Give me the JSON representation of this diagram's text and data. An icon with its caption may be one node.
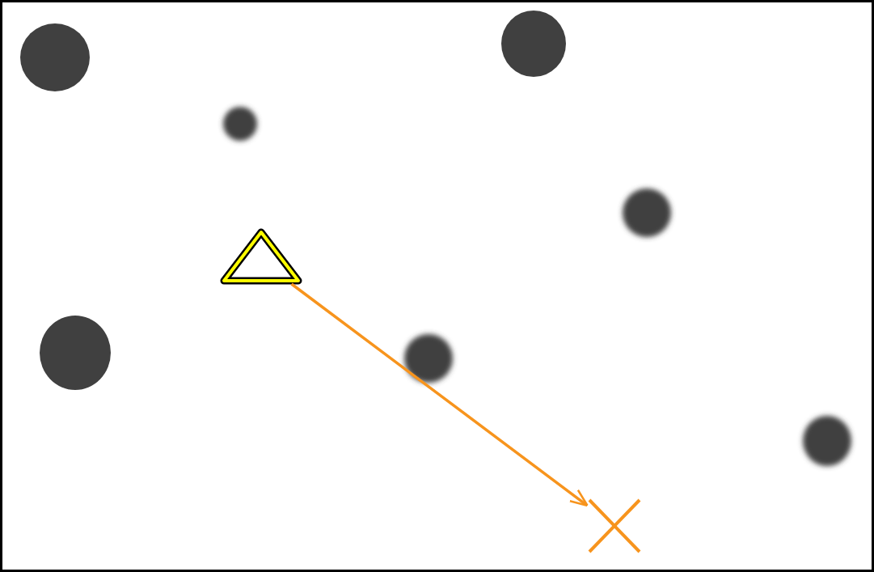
{
  "diagram": {
    "nodes": [
      {
        "text": [],
        "shape": "circle"
      },
      {
        "text": [],
        "shape": "circle"
      },
      {
        "text": [],
        "shape": "circle"
      },
      {
        "text": [],
        "shape": "circle"
      },
      {
        "text": [],
        "shape": "triangle"
      },
      {
        "text": [],
        "shape": "circle"
      },
      {
        "text": [],
        "shape": "circle"
      },
      {
        "text": [],
        "shape": "circle"
      },
      {
        "text": [],
        "shape": "cross"
      }
    ],
    "edges": [
      {
        "from": 4,
        "to": 8,
        "arrow": "to"
      }
    ]
  }
}
